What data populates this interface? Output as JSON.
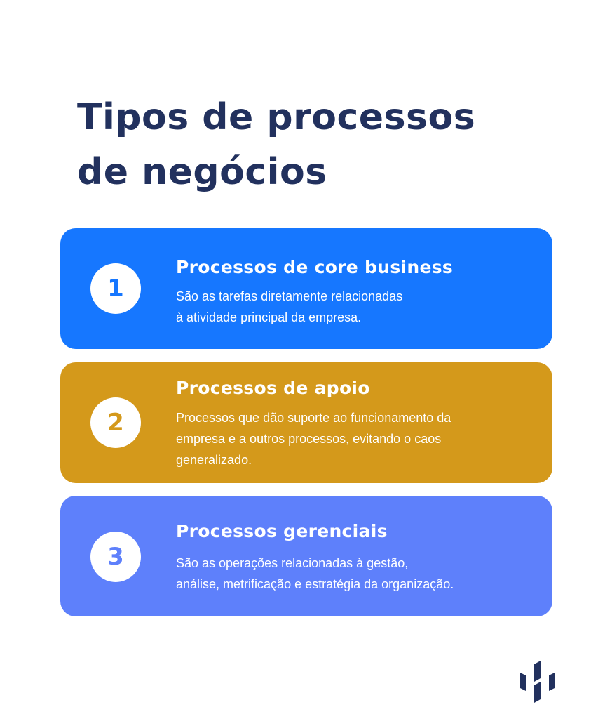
{
  "header": {
    "title_line1": "Tipos de processos",
    "title_line2": "de negócios"
  },
  "colors": {
    "title": "#22315e",
    "card1": "#1677ff",
    "card2": "#d4991b",
    "card3": "#5e80fb",
    "logo": "#22315e"
  },
  "cards": [
    {
      "number": "1",
      "title": "Processos de core business",
      "desc_line1": "São as tarefas diretamente relacionadas",
      "desc_line2": "à atividade principal da empresa.",
      "desc_line3": ""
    },
    {
      "number": "2",
      "title": "Processos de apoio",
      "desc_line1": "Processos que dão suporte ao funcionamento da",
      "desc_line2": "empresa e a outros processos, evitando o caos",
      "desc_line3": "generalizado."
    },
    {
      "number": "3",
      "title": "Processos gerenciais",
      "desc_line1": "São as operações relacionadas à gestão,",
      "desc_line2": "análise, metrificação e estratégia da organização.",
      "desc_line3": ""
    }
  ],
  "logo": {
    "icon": "brand-logo-icon"
  }
}
